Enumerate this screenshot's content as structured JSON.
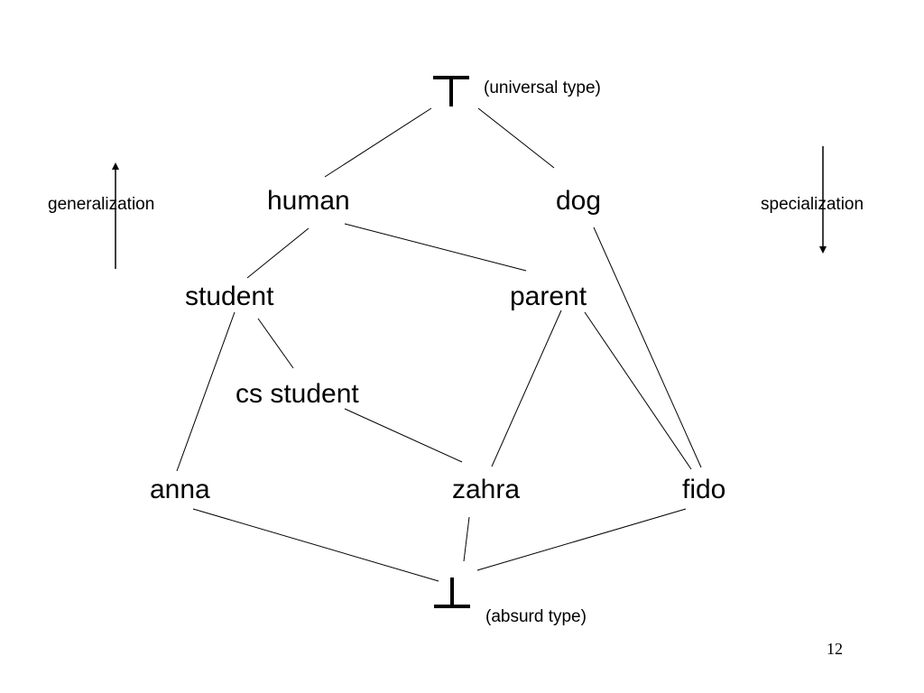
{
  "top": {
    "symbol": "⊤",
    "label": "(universal type)"
  },
  "bottom": {
    "symbol": "⊥",
    "label": "(absurd type)"
  },
  "nodes": {
    "human": "human",
    "dog": "dog",
    "student": "student",
    "parent": "parent",
    "cs_student": "cs student",
    "anna": "anna",
    "zahra": "zahra",
    "fido": "fido"
  },
  "generalization_label": "generalization",
  "specialization_label": "specialization",
  "page_number": "12"
}
